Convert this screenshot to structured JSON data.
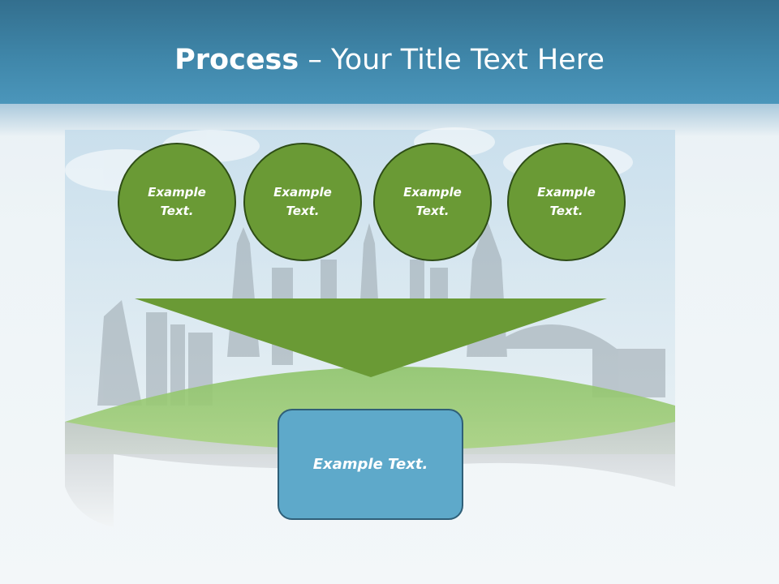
{
  "title": {
    "bold": "Process",
    "rest": " – Your Title Text Here"
  },
  "circles": [
    {
      "label": "Example\nText."
    },
    {
      "label": "Example\nText."
    },
    {
      "label": "Example\nText."
    },
    {
      "label": "Example\nText."
    }
  ],
  "box": {
    "label": "Example Text."
  },
  "colors": {
    "header": "#3f86a9",
    "circle_fill": "#6a9a35",
    "circle_border": "#2e4d16",
    "arrow": "#6a9a35",
    "box_fill": "#5ea9ca",
    "box_border": "#2f5f78"
  }
}
